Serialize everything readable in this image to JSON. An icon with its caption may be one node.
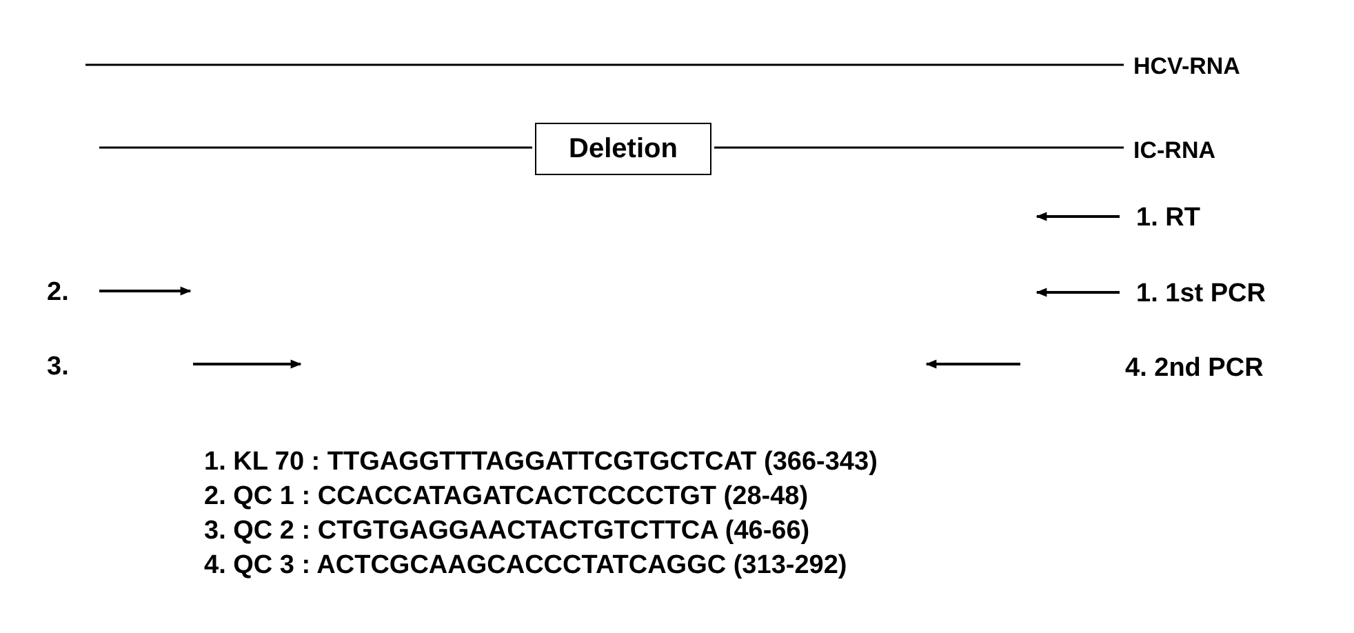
{
  "diagram": {
    "nodes": [
      {
        "text": [
          "Deletion"
        ]
      }
    ],
    "edges": [],
    "labels": [
      "HCV-RNA",
      "IC-RNA",
      "1. RT",
      "2.",
      "1. 1st PCR",
      "3.",
      "4. 2nd PCR",
      "1. KL 70 : TTGAGGTTTAGGATTCGTGCTCAT (366-343)",
      "2. QC 1 : CCACCATAGATCACTCCCCTGT (28-48)",
      "3. QC 2 : CTGTGAGGAACTACTGTCTTCA (46-66)",
      "4. QC 3 : ACTCGCAAGCACCCTATCAGGC (313-292)"
    ]
  }
}
